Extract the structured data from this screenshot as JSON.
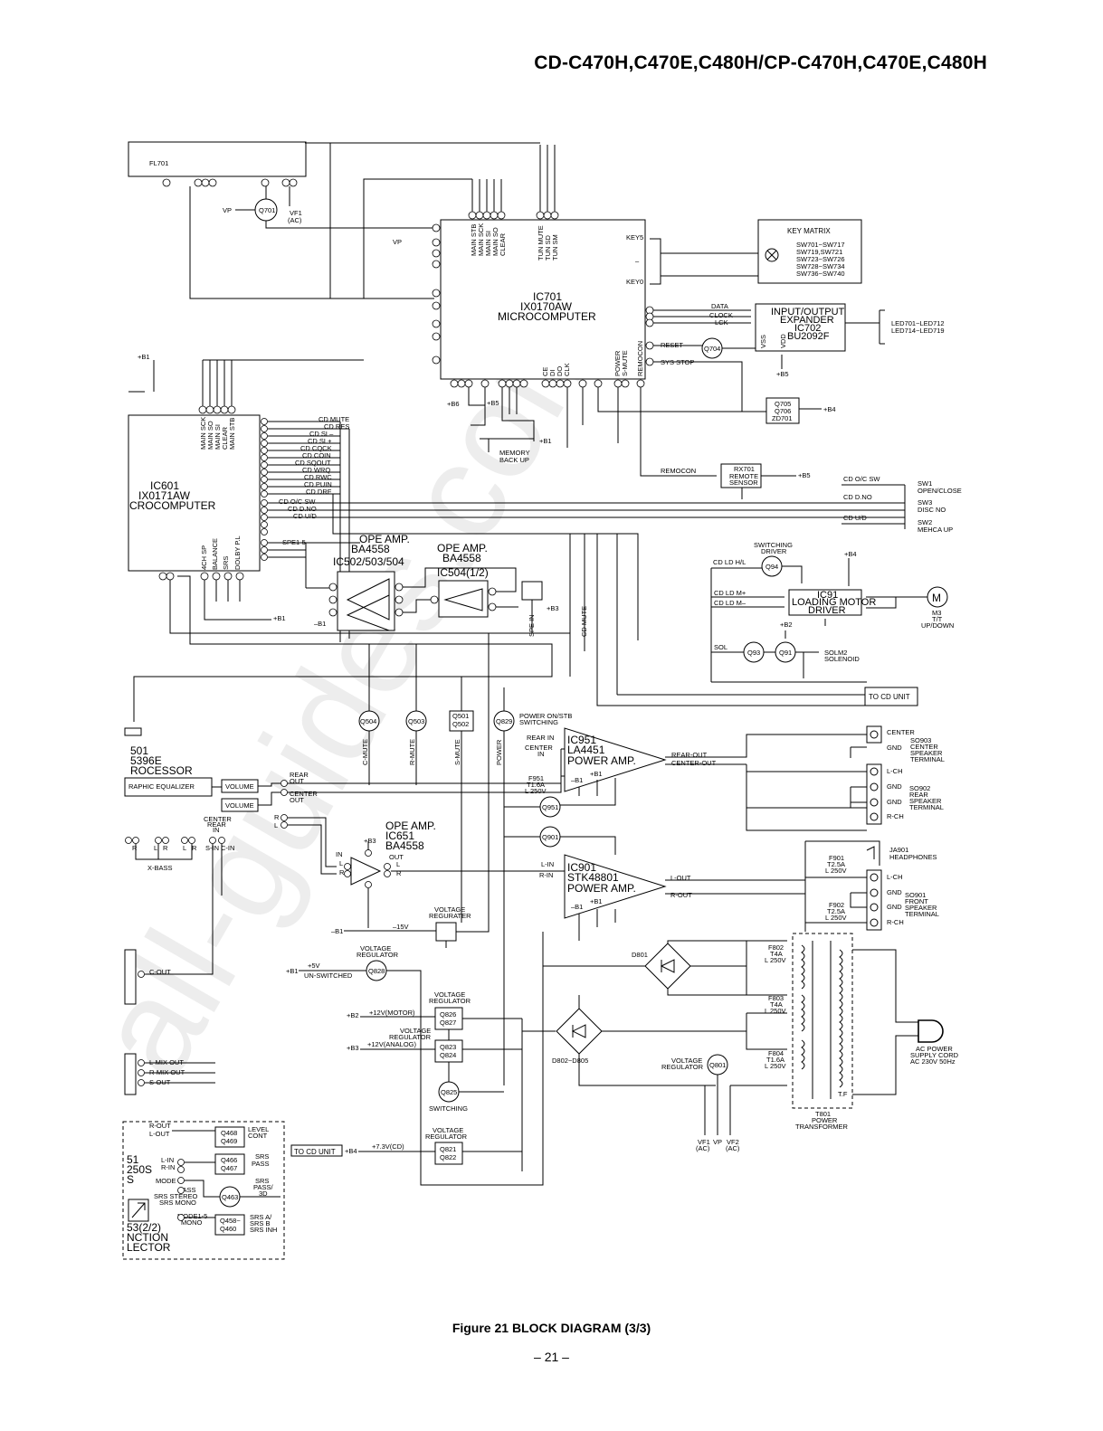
{
  "header": {
    "title": "CD-C470H,C470E,C480H/CP-C470H,C470E,C480H"
  },
  "watermark": "all-guides.com",
  "blocks": {
    "fl701": "FL701",
    "q701": "Q701",
    "vp1": "VP",
    "vf1": "VF1",
    "vf1ac": "(AC)",
    "ic701": "IC701",
    "ic701_part": "IX0170AW",
    "ic701_name": "MICROCOMPUTER",
    "vp2": "VP",
    "key5": "KEY5",
    "key0": "KEY0",
    "key_dash": "–",
    "key_matrix": "KEY MATRIX",
    "km1": "SW701~SW717",
    "km2": "SW719,SW721",
    "km3": "SW723~SW726",
    "km4": "SW728~SW734",
    "km5": "SW736~SW740",
    "ic702_1": "INPUT/OUTPUT",
    "ic702_2": "EXPANDER",
    "ic702_3": "IC702",
    "ic702_4": "BU2092F",
    "data": "DATA",
    "clock": "CLOCK",
    "lck": "LCK",
    "led1": "LED701~LED712",
    "led2": "LED714~LED719",
    "reset": "RESET",
    "sysstop": "SYS STOP",
    "q704": "Q704",
    "vss": "VSS",
    "vdd": "VDD",
    "b5a": "+B5",
    "q705": "Q705",
    "q706": "Q706",
    "zd701": "ZD701",
    "b4a": "+B4",
    "ce": "CE",
    "di": "DI",
    "do": "DO",
    "clk": "CLK",
    "power": "POWER",
    "smute": "S-MUTE",
    "remocon_v": "REMOCON",
    "b6": "+B6",
    "b5b": "+B5",
    "b1a": "+B1",
    "memory1": "MEMORY",
    "memory2": "BACK UP",
    "remocon": "REMOCON",
    "rx701": "RX701",
    "remote": "REMOTE",
    "sensor": "SENSOR",
    "b5c": "+B5",
    "mainstb": "MAIN STB",
    "mainsck": "MAIN SCK",
    "mainsi": "MAIN SI",
    "mainso": "MAIN SO",
    "clear": "CLEAR",
    "tunmute": "TUN MUTE",
    "tunsd": "TUN SD",
    "tunsm": "TUN SM",
    "ic601": "IC601",
    "ic601_part": "IX0171AW",
    "ic601_name": "CROCOMPUTER",
    "m_sck": "MAIN SCK",
    "m_so": "MAIN SO",
    "m_si": "MAIN SI",
    "m_clear": "CLEAR",
    "m_stb": "MAIN STB",
    "cd1": "CD MUTE",
    "cd2": "CD RES",
    "cd3": "CD SL–",
    "cd4": "CD SL+",
    "cd5": "CD CQCK",
    "cd6": "CD COIN",
    "cd7": "CD SQOUT",
    "cd8": "CD WRQ",
    "cd9": "CD RWC",
    "cd10": "CD PUIN",
    "cd11": "CD DRF",
    "cd12": "CD O/C SW",
    "cd13": "CD D.NO",
    "cd14": "CD U/D",
    "spe": "SPE1-5",
    "ch4sp": "4CH SP",
    "balance": "BALANCE",
    "srs": "SRS",
    "dolby": "DOLBY P.L",
    "b1b": "+B1",
    "b1neg": "–B1",
    "opeamp1": "OPE AMP.",
    "ba4558a": "BA4558",
    "ic502": "IC502/503/504",
    "opeamp2": "OPE AMP.",
    "ba4558b": "BA4558",
    "ic504": "IC504(1/2)",
    "b3a": "+B3",
    "spein": "SPE IN",
    "cdmute_v": "CD MUTE",
    "sw1": "SW1",
    "sw1n": "OPEN/CLOSE",
    "sw3": "SW3",
    "sw3n": "DISC NO",
    "sw2": "SW2",
    "sw2n": "MEHCA UP",
    "cdoc": "CD O/C SW",
    "cddno": "CD D.NO",
    "cdud": "CD U/D",
    "swdrv1": "SWITCHING",
    "swdrv2": "DRIVER",
    "q94": "Q94",
    "b4b": "+B4",
    "cdldhl": "CD LD H/L",
    "cdldp": "CD LD M+",
    "cdldm": "CD LD M–",
    "ic91": "IC91",
    "ic91n1": "LOADING MOTOR",
    "ic91n2": "DRIVER",
    "m": "M",
    "m3": "M3",
    "tt": "T/T",
    "updown": "UP/DOWN",
    "b2a": "+B2",
    "sol": "SOL",
    "q93": "Q93",
    "q91": "Q91",
    "solm2": "SOLM2",
    "solenoid": "SOLENOID",
    "tocd": "TO CD UNIT",
    "q504": "Q504",
    "q503": "Q503",
    "q501": "Q501",
    "q502": "Q502",
    "q829": "Q829",
    "poweronstb1": "POWER ON/STB",
    "poweronstb2": "SWITCHING",
    "cmute": "C-MUTE",
    "rmute": "R-MUTE",
    "smute2": "S-MUTE",
    "power2": "POWER",
    "proc1": "501",
    "proc2": "5396E",
    "proc3": "ROCESSOR",
    "graphiceq": "RAPHIC EQUALIZER",
    "volume1": "VOLUME",
    "volume2": "VOLUME",
    "rearout1": "REAR",
    "rearout2": "OUT",
    "centerout1": "CENTER",
    "centerout2": "OUT",
    "centerrear1": "CENTER",
    "centerrear2": "REAR",
    "centerrear3": "IN",
    "r1": "R",
    "l1": "L",
    "rearin": "REAR IN",
    "centerin1": "CENTER",
    "centerin2": "IN",
    "ic951": "IC951",
    "la4451": "LA4451",
    "poweramp1": "POWER AMP.",
    "rearout3": "REAR-OUT",
    "centerout3": "CENTER-OUT",
    "f951a": "F951",
    "f951b": "T1.6A",
    "f951c": "L 250V",
    "b1c": "–B1",
    "b1d": "+B1",
    "q951": "Q951",
    "center": "CENTER",
    "gnd1": "GND",
    "so903a": "SO903",
    "so903b": "CENTER",
    "so903c": "SPEAKER",
    "so903d": "TERMINAL",
    "lch1": "L-CH",
    "gnd2": "GND",
    "gnd3": "GND",
    "rch1": "R-CH",
    "so902a": "SO902",
    "so902b": "REAR",
    "so902c": "SPEAKER",
    "so902d": "TERMINAL",
    "q901": "Q901",
    "xr": "R",
    "xl": "L",
    "xr2": "R",
    "xl2": "L",
    "xr3": "R",
    "sin": "S-IN",
    "cin": "C-IN",
    "xbass": "X-BASS",
    "opeamp3": "OPE AMP.",
    "ic651": "IC651",
    "ba4558c": "BA4558",
    "b3b": "+B3",
    "in": "IN",
    "inl": "L",
    "inr": "R",
    "out": "OUT",
    "outl": "L",
    "outr": "R",
    "lin": "L-IN",
    "rin": "R-IN",
    "ic901": "IC901",
    "stk": "STK48801",
    "poweramp2": "POWER AMP.",
    "lout": "L-OUT",
    "rout": "R-OUT",
    "b1e": "–B1",
    "b1f": "+B1",
    "ja901": "JA901",
    "headphones": "HEADPHONES",
    "f901a": "F901",
    "f901b": "T2.5A",
    "f901c": "L 250V",
    "f902a": "F902",
    "f902b": "T2.5A",
    "f902c": "L 250V",
    "lch2": "L-CH",
    "gnd4": "GND",
    "gnd5": "GND",
    "rch2": "R-CH",
    "so901a": "SO901",
    "so901b": "FRONT",
    "so901c": "SPEAKER",
    "so901d": "TERMINAL",
    "vreg1a": "VOLTAGE",
    "vreg1b": "REGURATER",
    "b1g": "–B1",
    "m15v": "–15V",
    "vreg2a": "VOLTAGE",
    "vreg2b": "REGULATOR",
    "p5v": "+5V",
    "unsw": "UN-SWITCHED",
    "b1h": "+B1",
    "q828": "Q828",
    "d801": "D801",
    "coutt": "C-OUT",
    "f802a": "F802",
    "f802b": "T4A",
    "f802c": "L 250V",
    "f803a": "F803",
    "f803b": "T4A",
    "f803c": "L 250V",
    "f804a": "F804",
    "f804b": "T1.6A",
    "f804c": "L 250V",
    "vreg3a": "VOLTAGE",
    "vreg3b": "REGULATOR",
    "b2b": "+B2",
    "v12m": "+12V(MOTOR)",
    "q826": "Q826",
    "q827": "Q827",
    "vreg4a": "VOLTAGE",
    "vreg4b": "REGULATOR",
    "b3c": "+B3",
    "v12a": "+12V(ANALOG)",
    "q823": "Q823",
    "q824": "Q824",
    "d802": "D802~D805",
    "vreg5a": "VOLTAGE",
    "vreg5b": "REGULATOR",
    "q801": "Q801",
    "acpower1": "AC POWER",
    "acpower2": "SUPPLY CORD",
    "acpower3": "AC 230V 50Hz",
    "q825": "Q825",
    "switching": "SWITCHING",
    "lmixout": "L-MIX OUT",
    "rmixout": "R-MIX OUT",
    "sout": "S-OUT",
    "rout2": "R-OUT",
    "lout2": "L-OUT",
    "q468": "Q468",
    "q469": "Q469",
    "levelcont1": "LEVEL",
    "levelcont2": "CONT",
    "q466": "Q466",
    "q467": "Q467",
    "srspass1": "SRS",
    "srspass2": "PASS",
    "q463": "Q463",
    "srspass3d1": "SRS",
    "srspass3d2": "PASS/",
    "srspass3d3": "3D",
    "q458": "Q458~",
    "q460": "Q460",
    "srsa": "SRS A/",
    "srsb": "SRS B",
    "srsinh": "SRS INH",
    "modeis": "MODE1-5",
    "mono": "MONO",
    "pass": "PASS",
    "srsstereo": "SRS STEREO",
    "srsmono": "SRS MONO",
    "mode": "MODE",
    "linl": "L-IN",
    "rinr": "R-IN",
    "ic51a": "51",
    "ic51b": "250S",
    "ic51c": "S",
    "ic53a": "53(2/2)",
    "ic53b": "NCTION",
    "ic53c": "LECTOR",
    "vreg6a": "VOLTAGE",
    "vreg6b": "REGULATOR",
    "tocd2": "TO CD UNIT",
    "b4c": "+B4",
    "v73": "+7.3V(CD)",
    "q821": "Q821",
    "q822": "Q822",
    "t801a": "T801",
    "t801b": "POWER",
    "t801c": "TRANSFORMER",
    "tf": "T.F",
    "vf1b": "VF1",
    "vf1bac": "(AC)",
    "vpb": "VP",
    "vf2": "VF2",
    "vf2ac": "(AC)"
  },
  "figure": {
    "caption": "Figure 21 BLOCK DIAGRAM (3/3)",
    "page": "– 21 –"
  }
}
